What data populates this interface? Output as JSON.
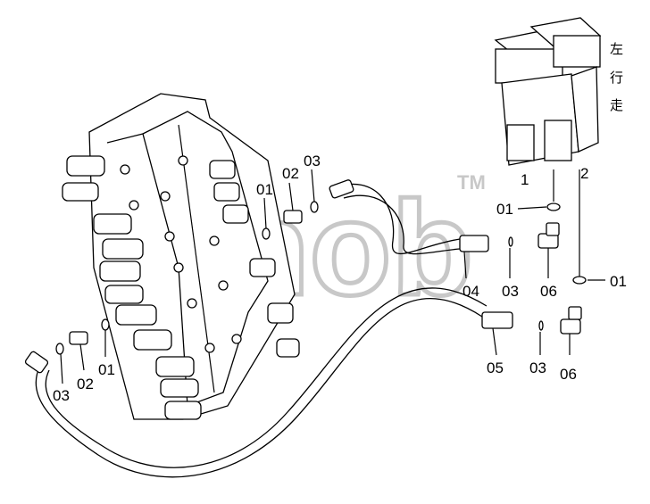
{
  "watermark": {
    "text": "sinob",
    "trademark": "TM"
  },
  "pedal": {
    "caption_chars": [
      "左",
      "行",
      "走"
    ],
    "port_labels": [
      "1",
      "2"
    ]
  },
  "labels": {
    "p01_upper_valve": "01",
    "p02_upper_valve": "02",
    "p03_upper_valve": "03",
    "p01_lower_valve": "01",
    "p02_lower_valve": "02",
    "p03_lower_valve": "03",
    "p01_pedal_port1": "01",
    "p01_pedal_port2": "01",
    "p04_hose": "04",
    "p03_hose04": "03",
    "p06_upper": "06",
    "p05_hose": "05",
    "p03_hose05": "03",
    "p06_lower": "06"
  }
}
